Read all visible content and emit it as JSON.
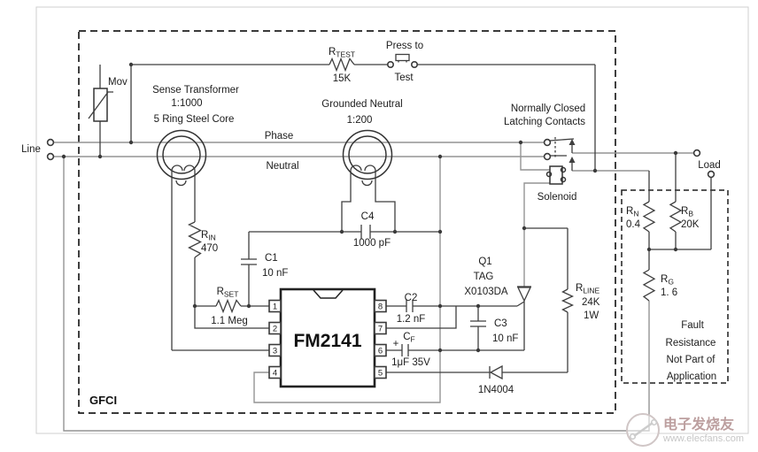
{
  "terminals": {
    "line": "Line",
    "load": "Load"
  },
  "power": {
    "phase": "Phase",
    "neutral": "Neutral"
  },
  "test": {
    "r": "R",
    "r_sub": "TEST",
    "value": "15K",
    "press": "Press to",
    "test": "Test"
  },
  "mov": "Mov",
  "sense_xfmr": {
    "l1": "Sense Transformer",
    "l2": "1:1000",
    "l3": "5 Ring Steel Core"
  },
  "gn_xfmr": {
    "l1": "Grounded Neutral",
    "l2": "1:200"
  },
  "contacts": {
    "l1": "Normally Closed",
    "l2": "Latching Contacts",
    "solenoid": "Solenoid"
  },
  "ic": {
    "part": "FM2141",
    "pins": [
      "1",
      "2",
      "3",
      "4",
      "5",
      "6",
      "7",
      "8"
    ]
  },
  "r_in": {
    "r": "R",
    "sub": "IN",
    "value": "470"
  },
  "r_set": {
    "r": "R",
    "sub": "SET",
    "value": "1.1 Meg"
  },
  "c1": {
    "name": "C1",
    "value": "10 nF"
  },
  "c4": {
    "name": "C4",
    "value": "1000 pF"
  },
  "c2": {
    "name": "C2",
    "value": "1.2 nF"
  },
  "cf": {
    "name": "C",
    "sub": "F",
    "plus": "+",
    "value": "1μF 35V"
  },
  "c3": {
    "name": "C3",
    "value": "10 nF"
  },
  "q1": {
    "l1": "Q1",
    "l2": "TAG",
    "l3": "X0103DA"
  },
  "r_line": {
    "r": "R",
    "sub": "LINE",
    "v1": "24K",
    "v2": "1W"
  },
  "d1": "1N4004",
  "fault": {
    "r_n": {
      "r": "R",
      "sub": "N",
      "value": "0.4"
    },
    "r_b": {
      "r": "R",
      "sub": "B",
      "value": "20K"
    },
    "r_g": {
      "r": "R",
      "sub": "G",
      "value": "1. 6"
    },
    "note": [
      "Fault",
      "Resistance",
      "Not Part of",
      "Application"
    ]
  },
  "gfci": "GFCI",
  "watermark": {
    "cn": "电子发烧友",
    "url": "www.elecfans.com"
  }
}
